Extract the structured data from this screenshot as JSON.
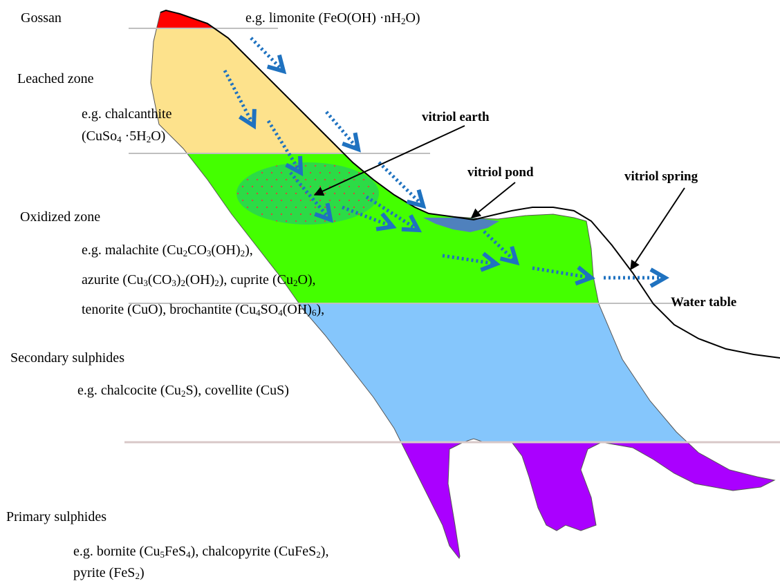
{
  "zones": {
    "gossan": "Gossan",
    "leached": "Leached zone",
    "oxidized": "Oxidized zone",
    "secondary": "Secondary sulphides",
    "primary": "Primary sulphides"
  },
  "minerals": {
    "limonite": {
      "pre": "e.g. limonite (FeO(OH) ·nH",
      "s1": "2",
      "post": "O)"
    },
    "chalcanthite": {
      "line1": "e.g. chalcanthite",
      "pre": "(CuSo",
      "s1": "4",
      "mid": " ·5H",
      "s2": "2",
      "post": "O)"
    },
    "malachite": {
      "pre": "e.g. malachite (Cu",
      "s1": "2",
      "mid1": "CO",
      "s2": "3",
      "mid2": "(OH)",
      "s3": "2",
      "post": "),"
    },
    "azurite": {
      "pre": "azurite (Cu",
      "s1": "3",
      "mid1": "(CO",
      "s2": "3",
      "mid2": ")",
      "s3": "2",
      "mid3": "(OH)",
      "s4": "2",
      "mid4": "), cuprite (Cu",
      "s5": "2",
      "post": "O),"
    },
    "tenorite": {
      "pre": "tenorite (CuO), brochantite (Cu",
      "s1": "4",
      "mid1": "SO",
      "s2": "4",
      "mid2": "(OH)",
      "s3": "6",
      "post": "),"
    },
    "chalcocite": {
      "pre": "e.g. chalcocite (Cu",
      "s1": "2",
      "post": "S), covellite (CuS)"
    },
    "bornite": {
      "pre": "e.g. bornite (Cu",
      "s1": "5",
      "mid1": "FeS",
      "s2": "4",
      "mid2": "), chalcopyrite (CuFeS",
      "s3": "2",
      "post": "),"
    },
    "pyrite": {
      "pre": "pyrite (FeS",
      "s1": "2",
      "post": ")"
    }
  },
  "features": {
    "vitriol_earth": "vitriol earth",
    "vitriol_pond": "vitriol pond",
    "vitriol_spring": "vitriol spring",
    "water_table": "Water table"
  },
  "colors": {
    "gossan": "#ff0000",
    "leached": "#fde28c",
    "oxidized": "#44ff00",
    "secondary": "#85c6fc",
    "primary": "#aa00ff",
    "vitriol_earth": "#2cdb46",
    "pond": "#4f81bd",
    "flow_arrow": "#1f72c0",
    "boundary": "#bfbfbf"
  }
}
